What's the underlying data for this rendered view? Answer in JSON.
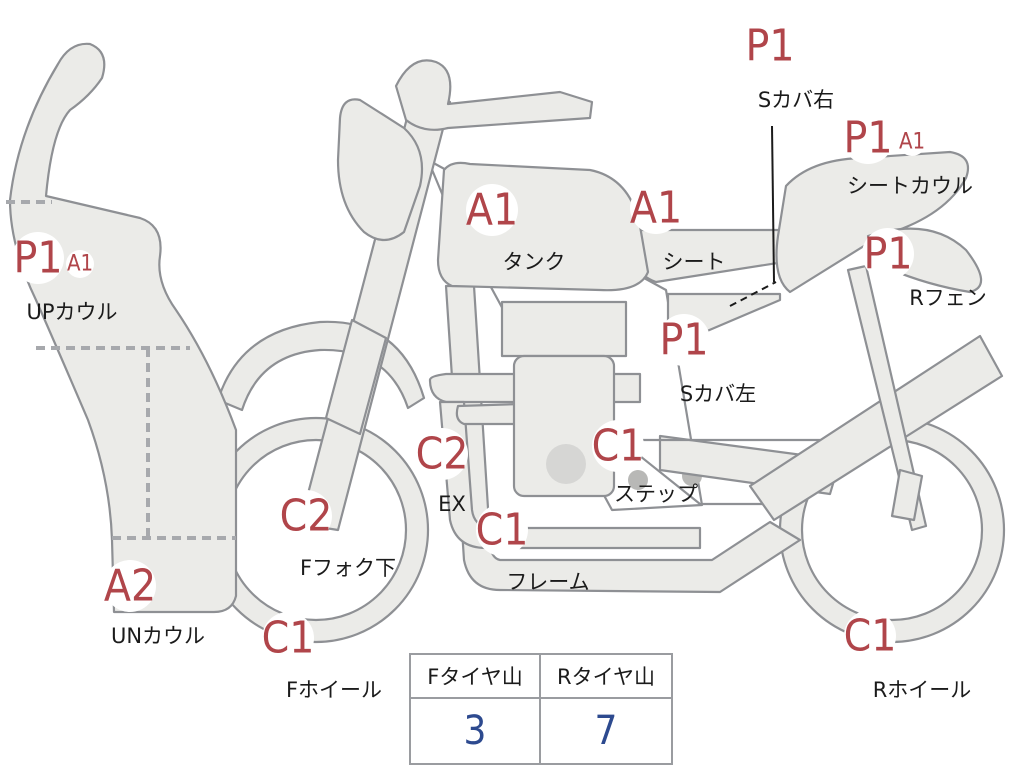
{
  "parts": [
    {
      "id": "up-cowl",
      "label": "UPカウル",
      "grades": [
        "P1",
        "A1"
      ]
    },
    {
      "id": "un-cowl",
      "label": "UNカウル",
      "grades": [
        "A2"
      ]
    },
    {
      "id": "tank",
      "label": "タンク",
      "grades": [
        "A1"
      ]
    },
    {
      "id": "seat",
      "label": "シート",
      "grades": [
        "A1"
      ]
    },
    {
      "id": "s-cover-r",
      "label": "Sカバ右",
      "grades": [
        "P1"
      ]
    },
    {
      "id": "seat-cowl",
      "label": "シートカウル",
      "grades": [
        "P1",
        "A1"
      ]
    },
    {
      "id": "r-fender",
      "label": "Rフェン",
      "grades": [
        "P1"
      ]
    },
    {
      "id": "s-cover-l",
      "label": "Sカバ左",
      "grades": [
        "P1"
      ]
    },
    {
      "id": "ex",
      "label": "EX",
      "grades": [
        "C2"
      ]
    },
    {
      "id": "step",
      "label": "ステップ",
      "grades": [
        "C1"
      ]
    },
    {
      "id": "f-fork",
      "label": "Fフォク下",
      "grades": [
        "C2"
      ]
    },
    {
      "id": "frame",
      "label": "フレーム",
      "grades": [
        "C1"
      ]
    },
    {
      "id": "f-wheel",
      "label": "Fホイール",
      "grades": [
        "C1"
      ]
    },
    {
      "id": "r-wheel",
      "label": "Rホイール",
      "grades": [
        "C1"
      ]
    }
  ],
  "tire_table": {
    "headers": [
      "Fタイヤ山",
      "Rタイヤ山"
    ],
    "values": [
      "3",
      "7"
    ]
  },
  "colors": {
    "grade_text": "#b0454a",
    "part_fill": "#ebebe8",
    "outline": "#8e9094",
    "table_value": "#2d4a8f"
  }
}
